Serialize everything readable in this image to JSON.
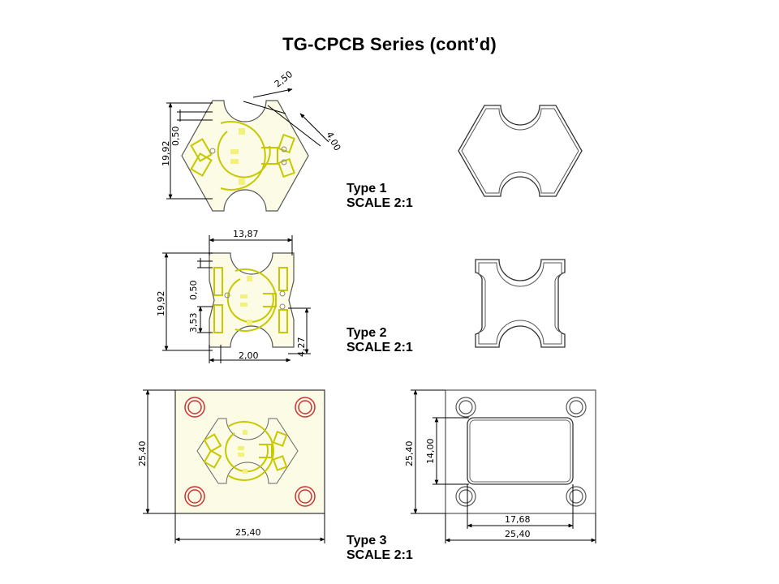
{
  "slide": {
    "title": "TG-CPCB Series (cont’d)"
  },
  "types": [
    {
      "name": "Type 1",
      "scale": "SCALE 2:1",
      "dims": [
        "2,50",
        "4,00",
        "19,92",
        "0,50"
      ]
    },
    {
      "name": "Type 2",
      "scale": "SCALE 2:1",
      "dims": [
        "13,87",
        "19,92",
        "0,50",
        "3,53",
        "4,27",
        "2,00"
      ]
    },
    {
      "name": "Type 3",
      "scale": "SCALE 2:1",
      "dims": [
        "25,40",
        "25,40",
        "25,40",
        "14,00",
        "17,68",
        "25,40"
      ]
    }
  ],
  "colors": {
    "board": "#fbfbe6",
    "trace": "#c8c800",
    "hole": "#cc3333",
    "line": "#000000"
  }
}
